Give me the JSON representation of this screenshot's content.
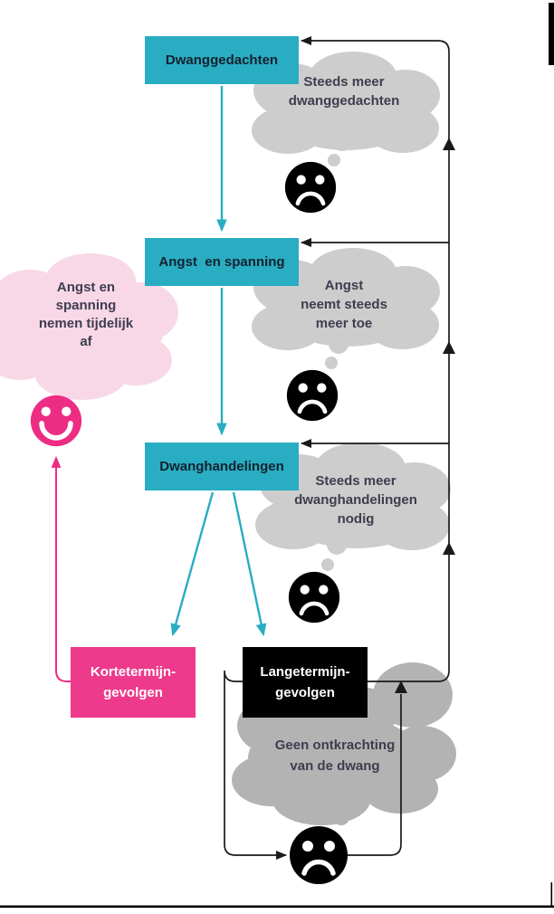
{
  "diagram": {
    "title_hint": "Vicieuze cirkel van dwang",
    "boxes": {
      "dwanggedachten": "Dwanggedachten",
      "angst_en_spanning": "Angst  en spanning",
      "dwanghandelingen": "Dwanghandelingen",
      "kortetermijn_gevolgen": "Kortetermijn-\ngevolgen",
      "langetermijn_gevolgen": "Langetermijn-\ngevolgen"
    },
    "thought_clouds": {
      "meer_dwanggedachten": "Steeds meer\ndwanggedachten",
      "angst_neemt_toe": "Angst\nneemt steeds\nmeer toe",
      "meer_dwanghandelingen_nodig": "Steeds meer\ndwanghandelingen\nnodig",
      "geen_ontkrachting": "Geen ontkrachting\nvan de dwang",
      "tijdelijke_verlichting": "Angst en\nspanning\nnemen tijdelijk\naf"
    },
    "faces": [
      "sad-face",
      "sad-face",
      "sad-face",
      "happy-face",
      "sad-face"
    ],
    "colors": {
      "teal": "#29adc3",
      "pink": "#ee3a8c",
      "happy_pink": "#ed2d83",
      "light_pink_cloud": "#f8d8e7",
      "gray_cloud": "#cdcdcd",
      "dark_gray_cloud": "#b3b3b3",
      "line_black": "#1a1a1a",
      "cloud_text": "#3d3d4f",
      "box_text_dark": "#14222e",
      "box_text_light": "#ffffff"
    }
  }
}
